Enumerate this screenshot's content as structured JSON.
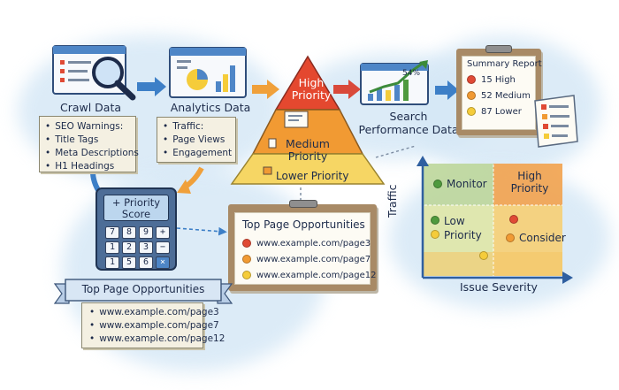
{
  "colors": {
    "arrow_blue": "#3d7fc7",
    "arrow_orange": "#f0a03a",
    "arrow_red": "#d9493a",
    "pyramid_high": "#e4482f",
    "pyramid_medium": "#f19a33",
    "pyramid_lower": "#f6d664",
    "dot_red": "#e04a35",
    "dot_orange": "#f19a33",
    "dot_yellow": "#f5cc3a",
    "dot_green": "#4f9a3e"
  },
  "crawl": {
    "label": "Crawl Data",
    "icon": "magnifier-over-document-icon"
  },
  "analytics": {
    "label": "Analytics Data",
    "icon": "chart-on-browser-icon"
  },
  "crawl_notes": {
    "items": [
      "SEO Warnings:",
      "Title Tags",
      "Meta Descriptions",
      "H1 Headings"
    ]
  },
  "analytics_notes": {
    "items": [
      "Traffic:",
      "Page Views",
      "Engagement"
    ]
  },
  "pyramid": {
    "high": "High Priority",
    "medium": "Medium Priority",
    "lower": "Lower Priority"
  },
  "search": {
    "percent": "54%",
    "label": "Search Performance Data",
    "icon": "trend-chart-on-browser-icon"
  },
  "summary": {
    "title": "Summary Report",
    "items": [
      {
        "text": "15 High",
        "color": "#e04a35"
      },
      {
        "text": "52 Medium",
        "color": "#f19a33"
      },
      {
        "text": "87 Lower",
        "color": "#f5cc3a"
      }
    ]
  },
  "calculator": {
    "title": "+ Priority Score",
    "keys": [
      "7",
      "8",
      "9",
      "+",
      "1",
      "2",
      "3",
      "−",
      "1",
      "5",
      "6",
      "×"
    ]
  },
  "top_clipboard": {
    "title": "Top Page Opportunities",
    "items": [
      {
        "url": "www.example.com/page3",
        "color": "#e04a35"
      },
      {
        "url": "www.example.com/page7",
        "color": "#f19a33"
      },
      {
        "url": "www.example.com/page12",
        "color": "#f5cc3a"
      }
    ]
  },
  "top_banner": {
    "title": "Top Page Opportunities",
    "items": [
      "www.example.com/page3",
      "www.example.com/page7",
      "www.example.com/page12"
    ]
  },
  "matrix": {
    "y_label": "Traffic",
    "x_label": "Issue Severity",
    "cells": {
      "monitor": "Monitor",
      "high": "High Priority",
      "low": "Low Priority",
      "consider": "Consider"
    },
    "colors": {
      "top_left": "#bcd69a",
      "top_right": "#f2a24c",
      "bottom_left": "#dfe7a6",
      "bottom_right": "#f6cf73"
    }
  }
}
